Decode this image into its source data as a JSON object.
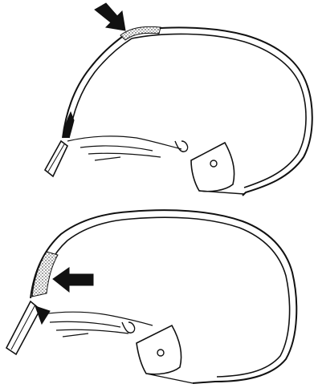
{
  "figure": {
    "panels": [
      {
        "id": "top",
        "arrow_direction": "down-right",
        "arrow_target": "vertex"
      },
      {
        "id": "bottom",
        "arrow_direction": "left",
        "arrow_target": "frontal"
      }
    ],
    "colors": {
      "ink": "#111111",
      "background": "#ffffff"
    }
  }
}
